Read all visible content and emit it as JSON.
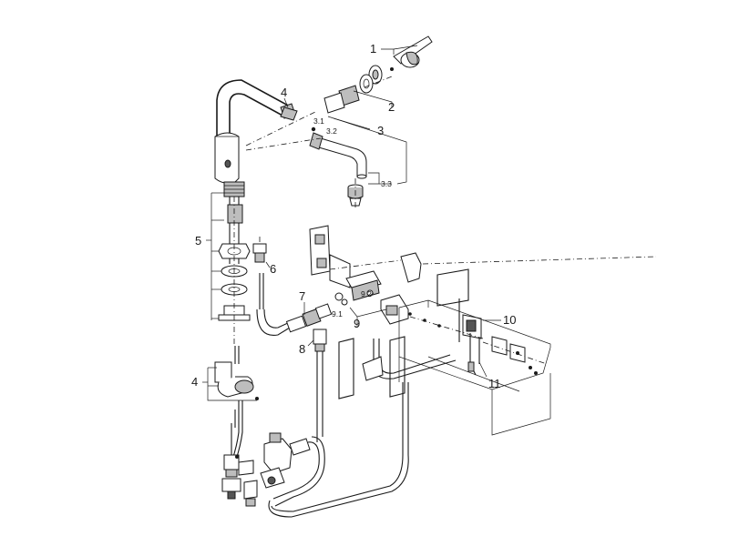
{
  "labels": {
    "l1": "1",
    "l2": "2",
    "l3": "3",
    "l3_1": "3.1",
    "l3_2": "3.2",
    "l3_3": "3.3",
    "l4_top": "4",
    "l4_bottom": "4",
    "l5": "5",
    "l6": "6",
    "l7": "7",
    "l8": "8",
    "l9": "9",
    "l9_1": "9.1",
    "l9_2": "9.2",
    "l10": "10",
    "l11": "11"
  }
}
